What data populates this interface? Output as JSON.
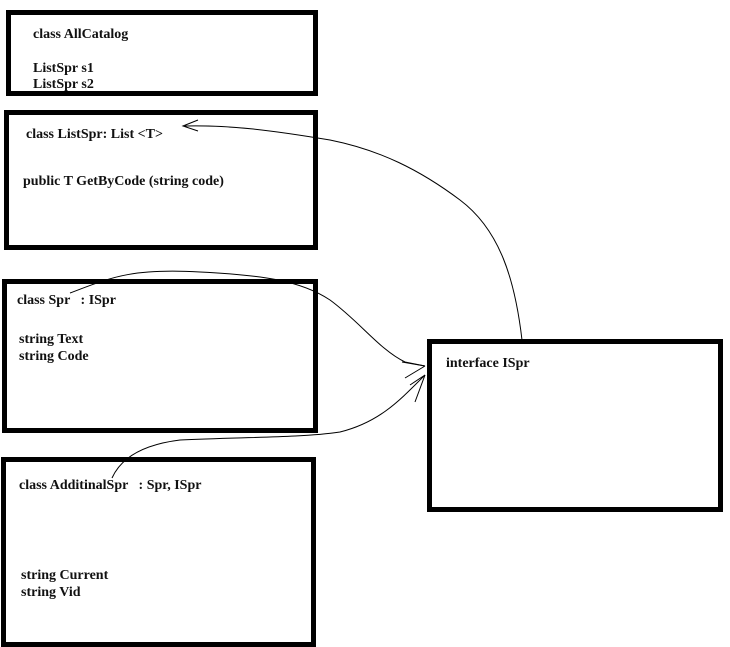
{
  "boxes": {
    "all_catalog": {
      "title": "class AllCatalog",
      "fields": [
        "ListSpr s1",
        "ListSpr s2"
      ]
    },
    "list_spr": {
      "title": "class ListSpr: List <T>",
      "methods": [
        "public T GetByCode (string code)"
      ]
    },
    "spr": {
      "title": "class Spr   : ISpr",
      "fields": [
        "string Text",
        "string Code"
      ]
    },
    "additional_spr": {
      "title": "class AdditinalSpr   : Spr, ISpr",
      "fields": [
        "string Current",
        "string Vid"
      ]
    },
    "ispr": {
      "title": "interface ISpr"
    }
  }
}
